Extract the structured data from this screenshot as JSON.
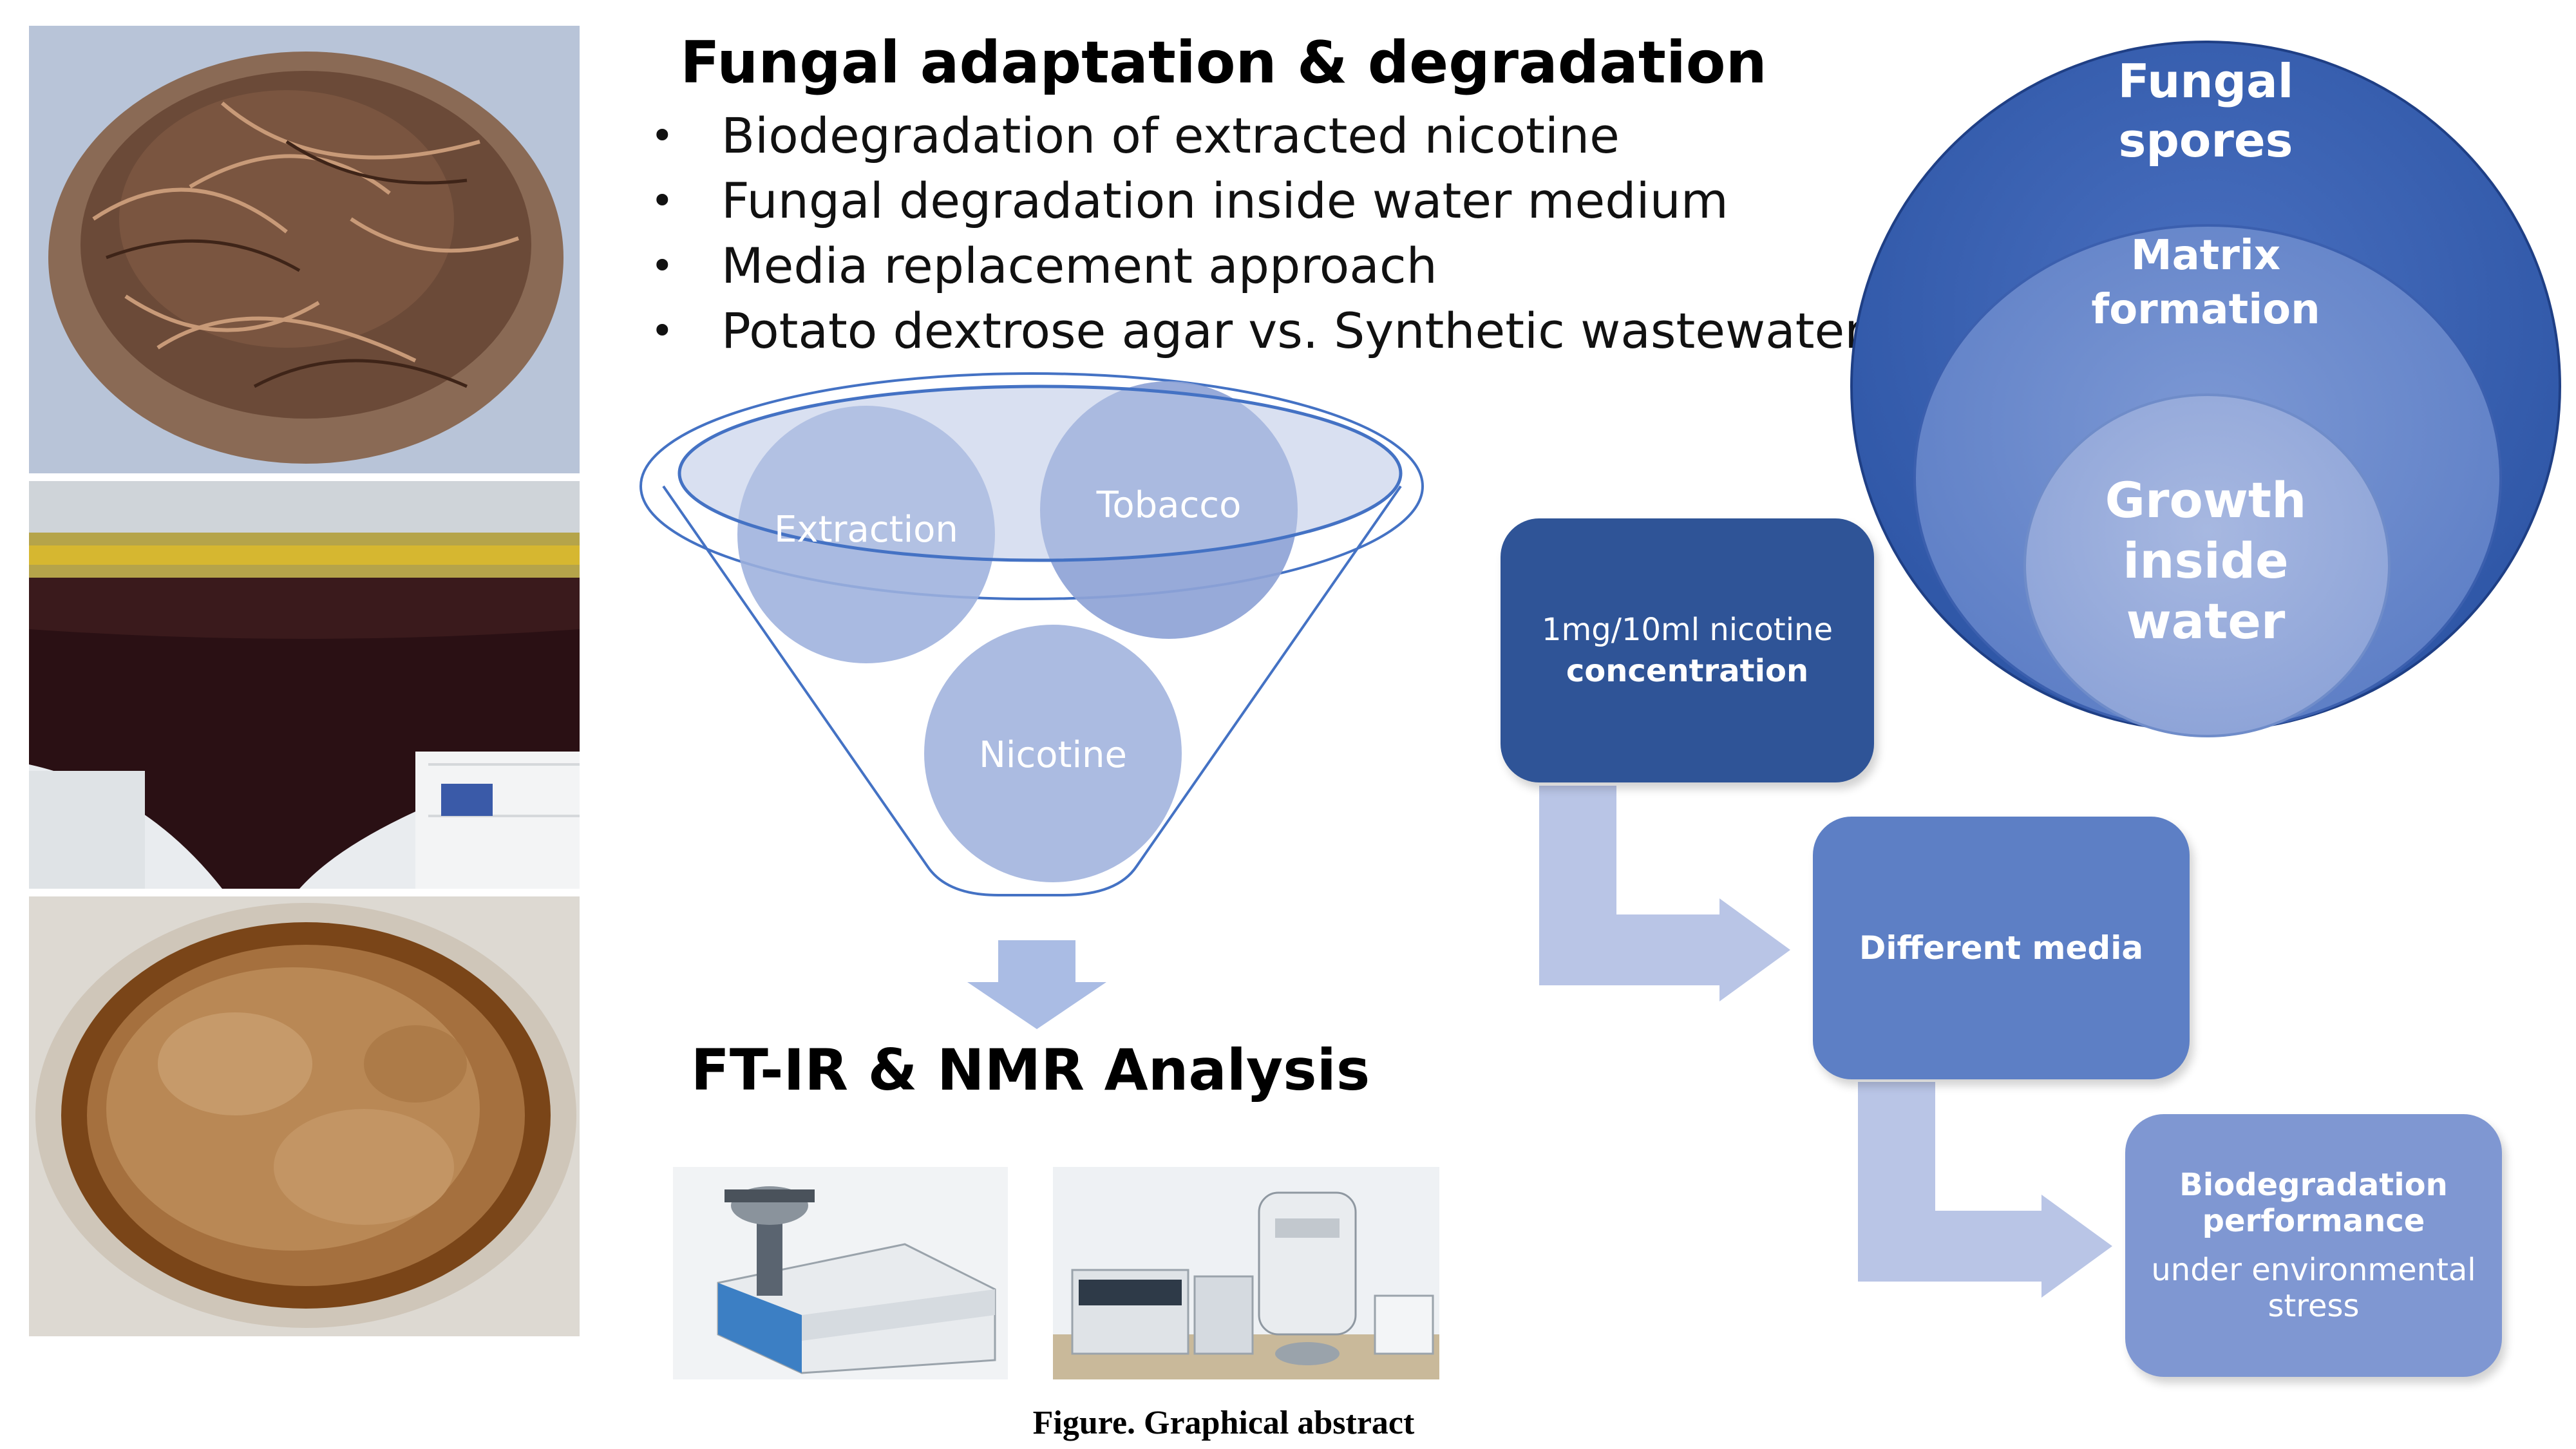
{
  "heading": "Fungal adaptation & degradation",
  "bullets": [
    "Biodegradation of extracted nicotine",
    "Fungal degradation inside water medium",
    "Media replacement approach",
    "Potato dextrose agar vs. Synthetic wastewater"
  ],
  "funnel": {
    "circles": [
      "Extraction",
      "Tobacco",
      "Nicotine"
    ]
  },
  "analysis_title": "FT-IR & NMR Analysis",
  "caption": "Figure. Graphical abstract",
  "process": {
    "step1_line1": "1mg/10ml nicotine",
    "step1_line2": "concentration",
    "step2": "Different media",
    "step3_line1": "Biodegradation",
    "step3_line2": "performance",
    "step3_line3": "under environmental",
    "step3_line4": "stress"
  },
  "nested": {
    "outer_line1": "Fungal",
    "outer_line2": "spores",
    "middle_line1": "Matrix",
    "middle_line2": "formation",
    "inner_line1": "Growth",
    "inner_line2": "inside",
    "inner_line3": "water"
  },
  "colors": {
    "dark_blue": "#2f5497",
    "mid_blue": "#5b7ec6",
    "light_blue": "#8da3d6",
    "arrow_blue": "#b9c5e6",
    "funnel_circle": "#9db0dd"
  }
}
